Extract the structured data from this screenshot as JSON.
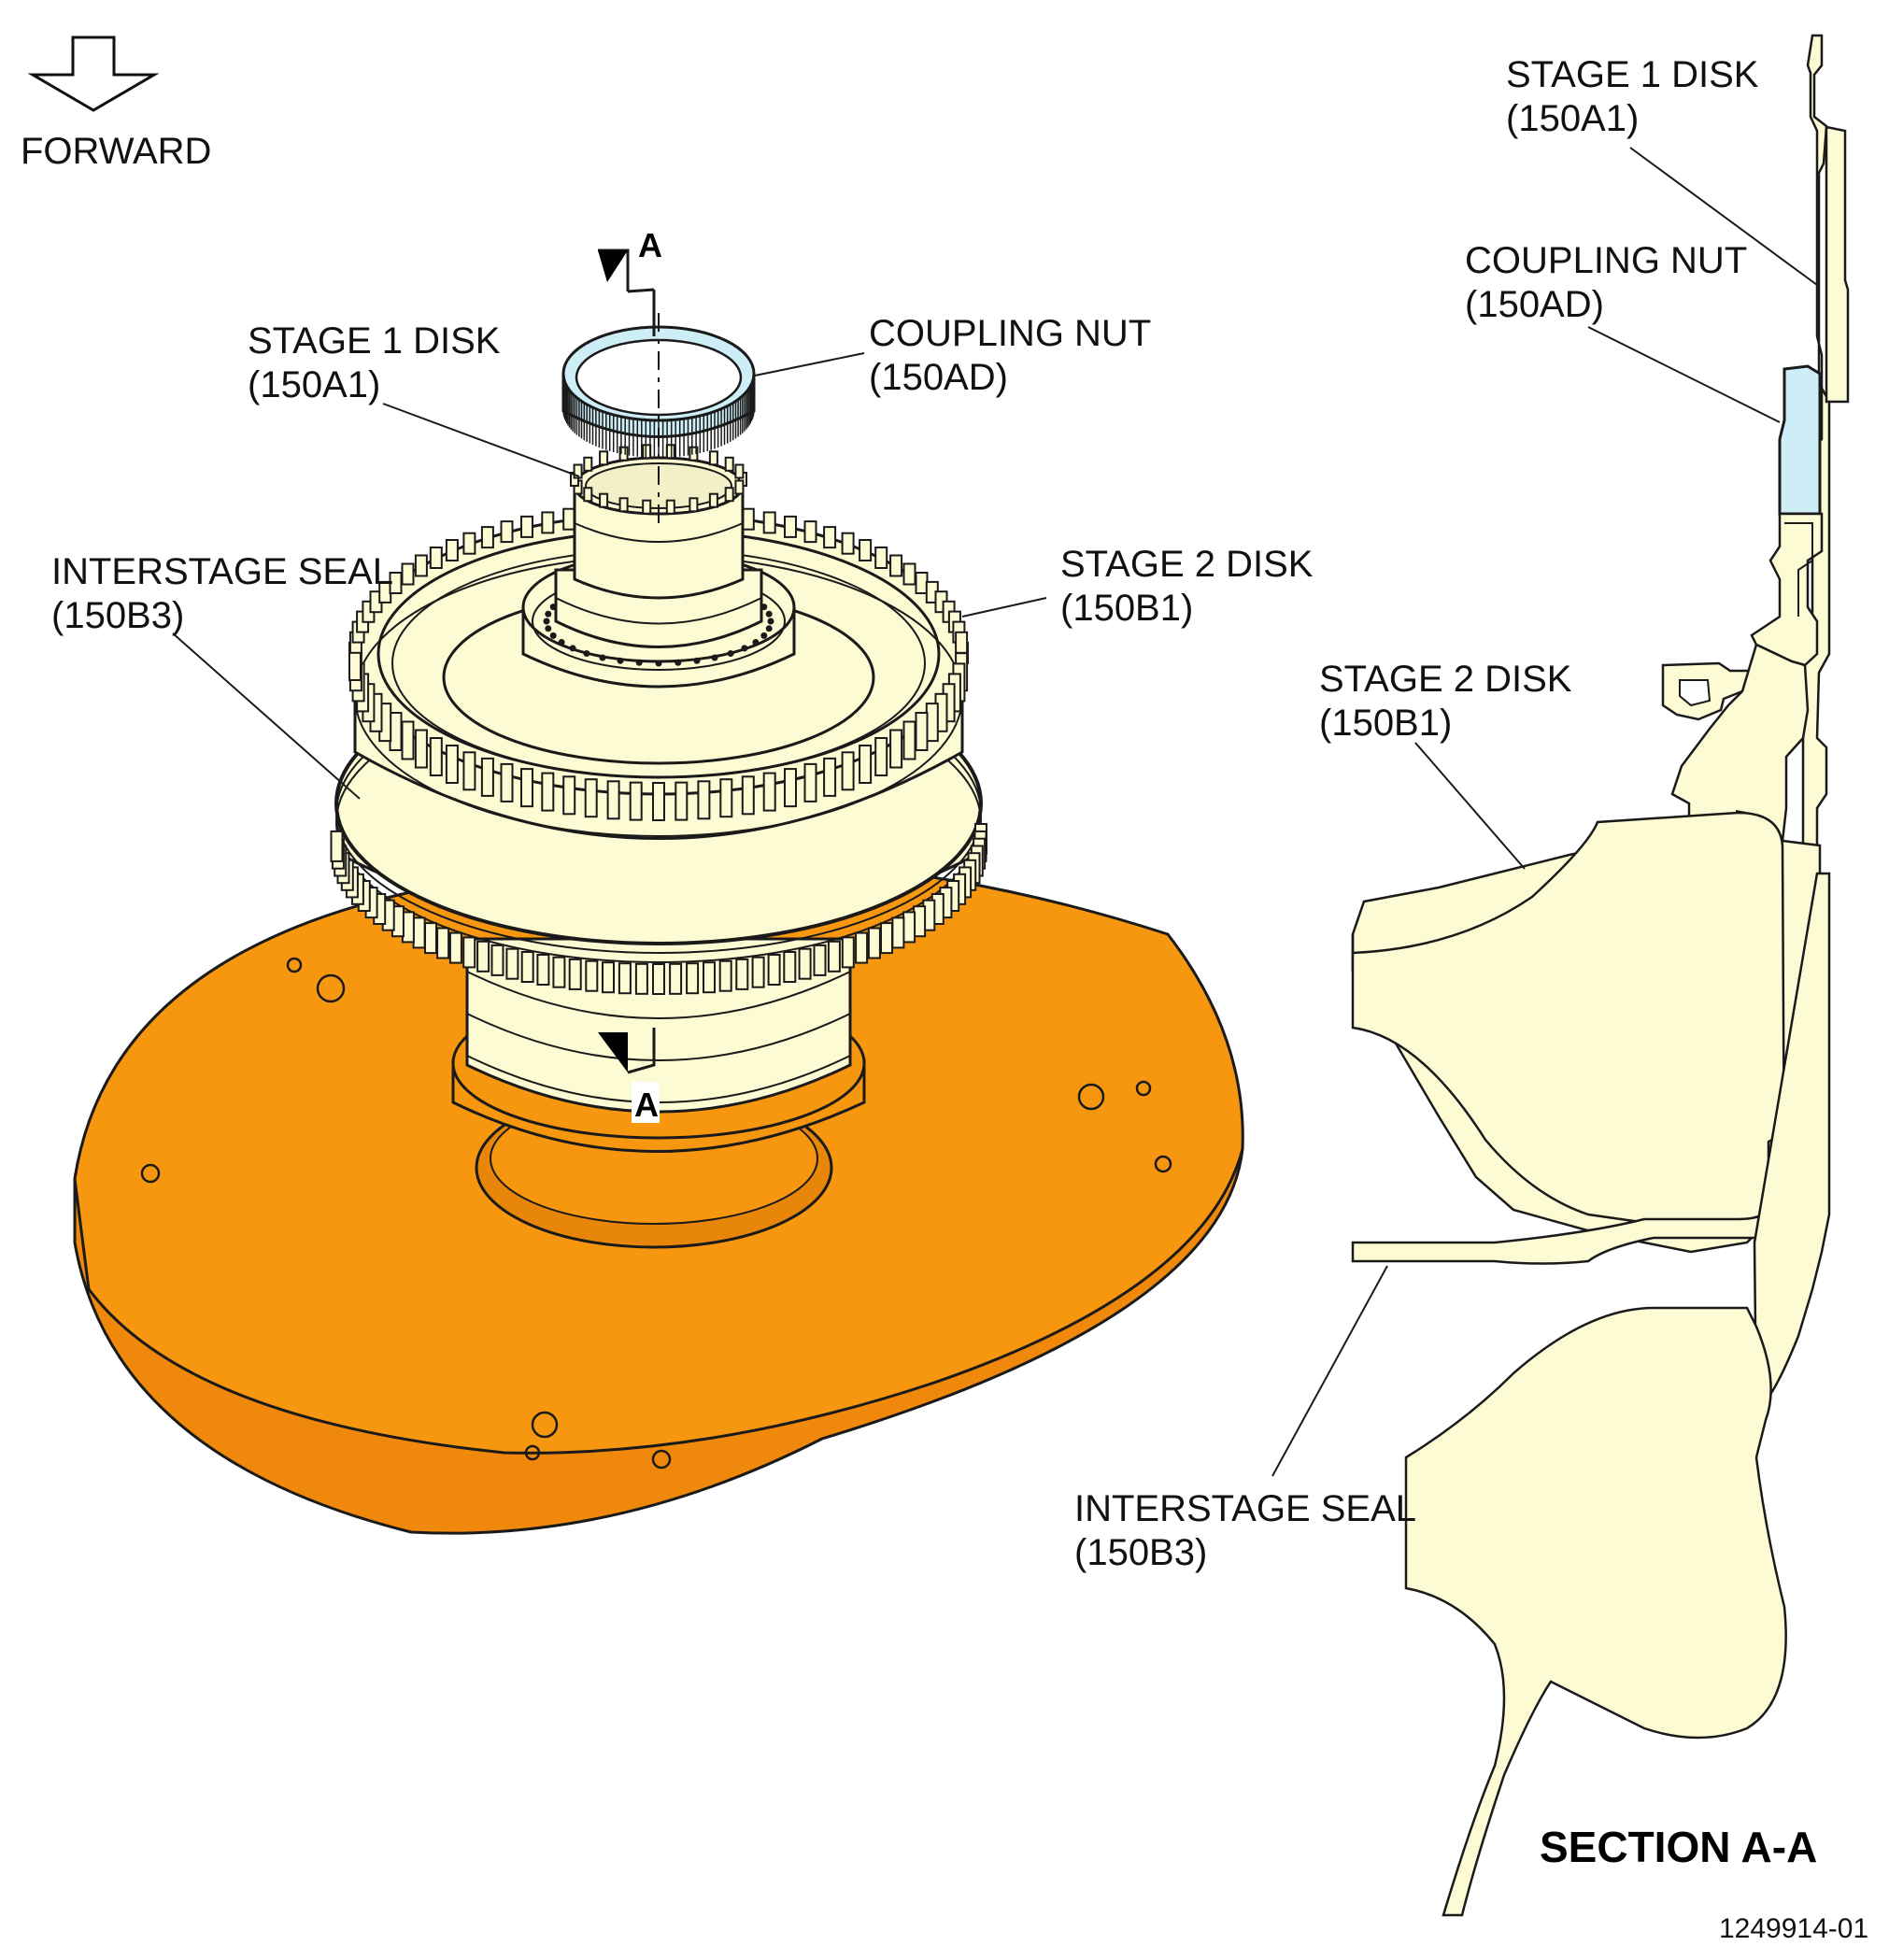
{
  "orientation": {
    "label": "FORWARD",
    "icon": "forward-arrow-icon"
  },
  "colors": {
    "part_fill": "#fdfbd3",
    "base_plate": "#f7960f",
    "base_plate_dark": "#e8860a",
    "coupling_nut": "#cdeef6",
    "outline": "#1a1a1a"
  },
  "iso_view": {
    "callouts": [
      {
        "name": "STAGE 1 DISK",
        "ref": "(150A1)"
      },
      {
        "name": "COUPLING NUT",
        "ref": "(150AD)"
      },
      {
        "name": "INTERSTAGE SEAL",
        "ref": "(150B3)"
      },
      {
        "name": "STAGE 2 DISK",
        "ref": "(150B1)"
      }
    ],
    "section_marker": "A"
  },
  "section_view": {
    "title": "SECTION A-A",
    "callouts": [
      {
        "name": "STAGE 1 DISK",
        "ref": "(150A1)"
      },
      {
        "name": "COUPLING NUT",
        "ref": "(150AD)"
      },
      {
        "name": "STAGE 2 DISK",
        "ref": "(150B1)"
      },
      {
        "name": "INTERSTAGE SEAL",
        "ref": "(150B3)"
      }
    ]
  },
  "figure_number": "1249914-01"
}
